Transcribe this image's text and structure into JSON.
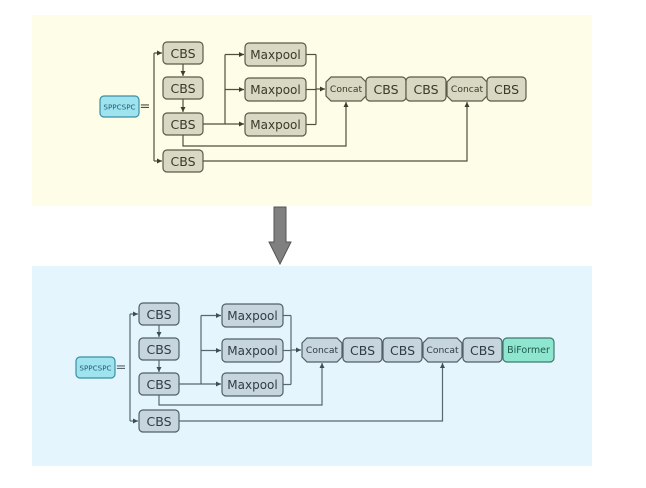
{
  "diagram": {
    "type": "architecture-modification",
    "top": {
      "module_label": "SPPCSPC",
      "equals": "=",
      "cbs_stack": [
        "CBS",
        "CBS",
        "CBS",
        "CBS"
      ],
      "maxpools": [
        "Maxpool",
        "Maxpool",
        "Maxpool"
      ],
      "output_chain": [
        "Concat",
        "CBS",
        "CBS",
        "Concat",
        "CBS"
      ]
    },
    "arrow": {
      "direction": "down",
      "icon": "arrow-down-icon"
    },
    "bottom": {
      "module_label": "SPPCSPC",
      "equals": "=",
      "cbs_stack": [
        "CBS",
        "CBS",
        "CBS",
        "CBS"
      ],
      "maxpools": [
        "Maxpool",
        "Maxpool",
        "Maxpool"
      ],
      "output_chain": [
        "Concat",
        "CBS",
        "CBS",
        "Concat",
        "CBS",
        "BiFormer"
      ]
    },
    "colors": {
      "top_panel_bg": "#fefee8",
      "bottom_panel_bg": "#e4f5fd",
      "top_block_fill": "#d9d8c3",
      "top_block_stroke": "#5a5a48",
      "top_line": "#4f4f3c",
      "bottom_block_fill": "#c7d6de",
      "bottom_block_stroke": "#4f6068",
      "bottom_line": "#566770",
      "module_fill": "#9fe3ef",
      "module_stroke": "#3b8fa3",
      "module_text": "#1f5e78",
      "biformer_fill": "#8fe6d0",
      "biformer_stroke": "#3f7a6c",
      "arrow_fill": "#808080",
      "arrow_stroke": "#555555"
    }
  }
}
